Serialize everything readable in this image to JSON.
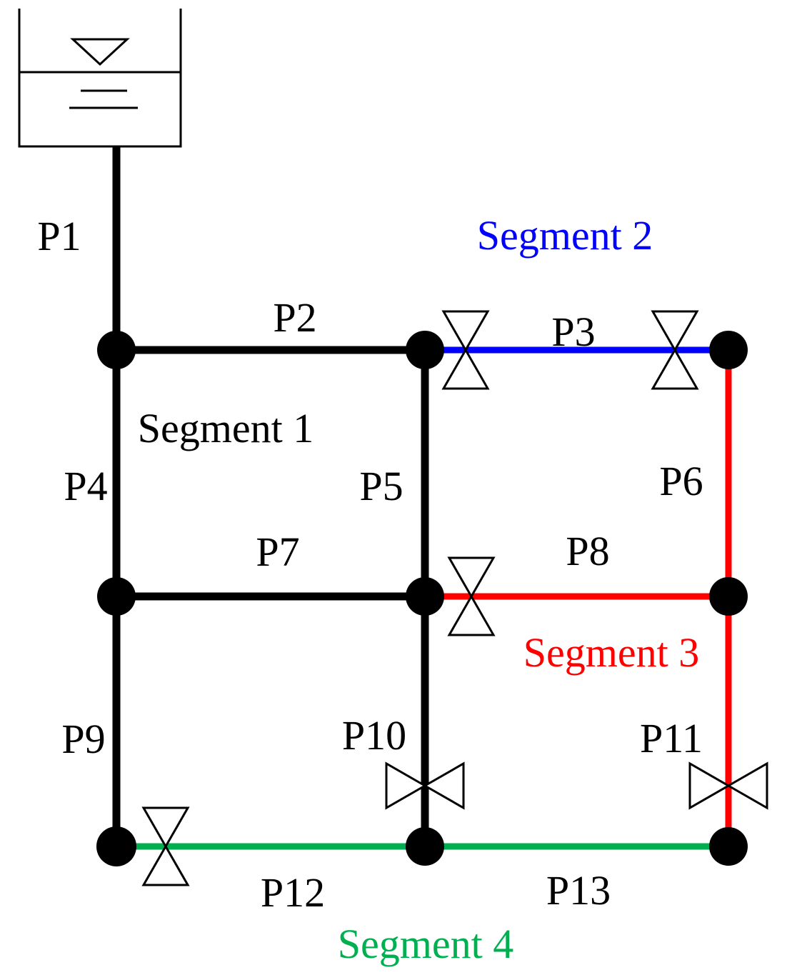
{
  "diagram": {
    "type": "water-distribution-pipe-network",
    "background": "#ffffff",
    "reservoir": {
      "symbol": "open-tank-with-water-surface-marker"
    },
    "node_count": 9,
    "pipes": {
      "p1": {
        "label": "P1",
        "color": "#000000",
        "segment": "Segment 1"
      },
      "p2": {
        "label": "P2",
        "color": "#000000",
        "segment": "Segment 1"
      },
      "p3": {
        "label": "P3",
        "color": "#0000ff",
        "segment": "Segment 2"
      },
      "p4": {
        "label": "P4",
        "color": "#000000",
        "segment": "Segment 1"
      },
      "p5": {
        "label": "P5",
        "color": "#000000",
        "segment": "Segment 1"
      },
      "p6": {
        "label": "P6",
        "color": "#ff0000",
        "segment": "Segment 3"
      },
      "p7": {
        "label": "P7",
        "color": "#000000",
        "segment": "Segment 1"
      },
      "p8": {
        "label": "P8",
        "color": "#ff0000",
        "segment": "Segment 3"
      },
      "p9": {
        "label": "P9",
        "color": "#000000",
        "segment": "Segment 1"
      },
      "p10": {
        "label": "P10",
        "color": "#000000",
        "segment": "Segment 1"
      },
      "p11": {
        "label": "P11",
        "color": "#ff0000",
        "segment": "Segment 3"
      },
      "p12": {
        "label": "P12",
        "color": "#00b050",
        "segment": "Segment 4"
      },
      "p13": {
        "label": "P13",
        "color": "#00b050",
        "segment": "Segment 4"
      }
    },
    "segments": {
      "s1": {
        "label": "Segment 1",
        "color": "#000000"
      },
      "s2": {
        "label": "Segment 2",
        "color": "#0000ff"
      },
      "s3": {
        "label": "Segment 3",
        "color": "#ff0000"
      },
      "s4": {
        "label": "Segment 4",
        "color": "#00b050"
      }
    },
    "valves": [
      {
        "on_pipe": "P3",
        "location": "west-end",
        "orientation": "vertical-bowtie"
      },
      {
        "on_pipe": "P3",
        "location": "east-end",
        "orientation": "vertical-bowtie"
      },
      {
        "on_pipe": "P8",
        "location": "west-end",
        "orientation": "vertical-bowtie"
      },
      {
        "on_pipe": "P10",
        "location": "south-end",
        "orientation": "horizontal-bowtie"
      },
      {
        "on_pipe": "P11",
        "location": "south-end",
        "orientation": "horizontal-bowtie"
      },
      {
        "on_pipe": "P12",
        "location": "west-end",
        "orientation": "vertical-bowtie"
      }
    ]
  }
}
